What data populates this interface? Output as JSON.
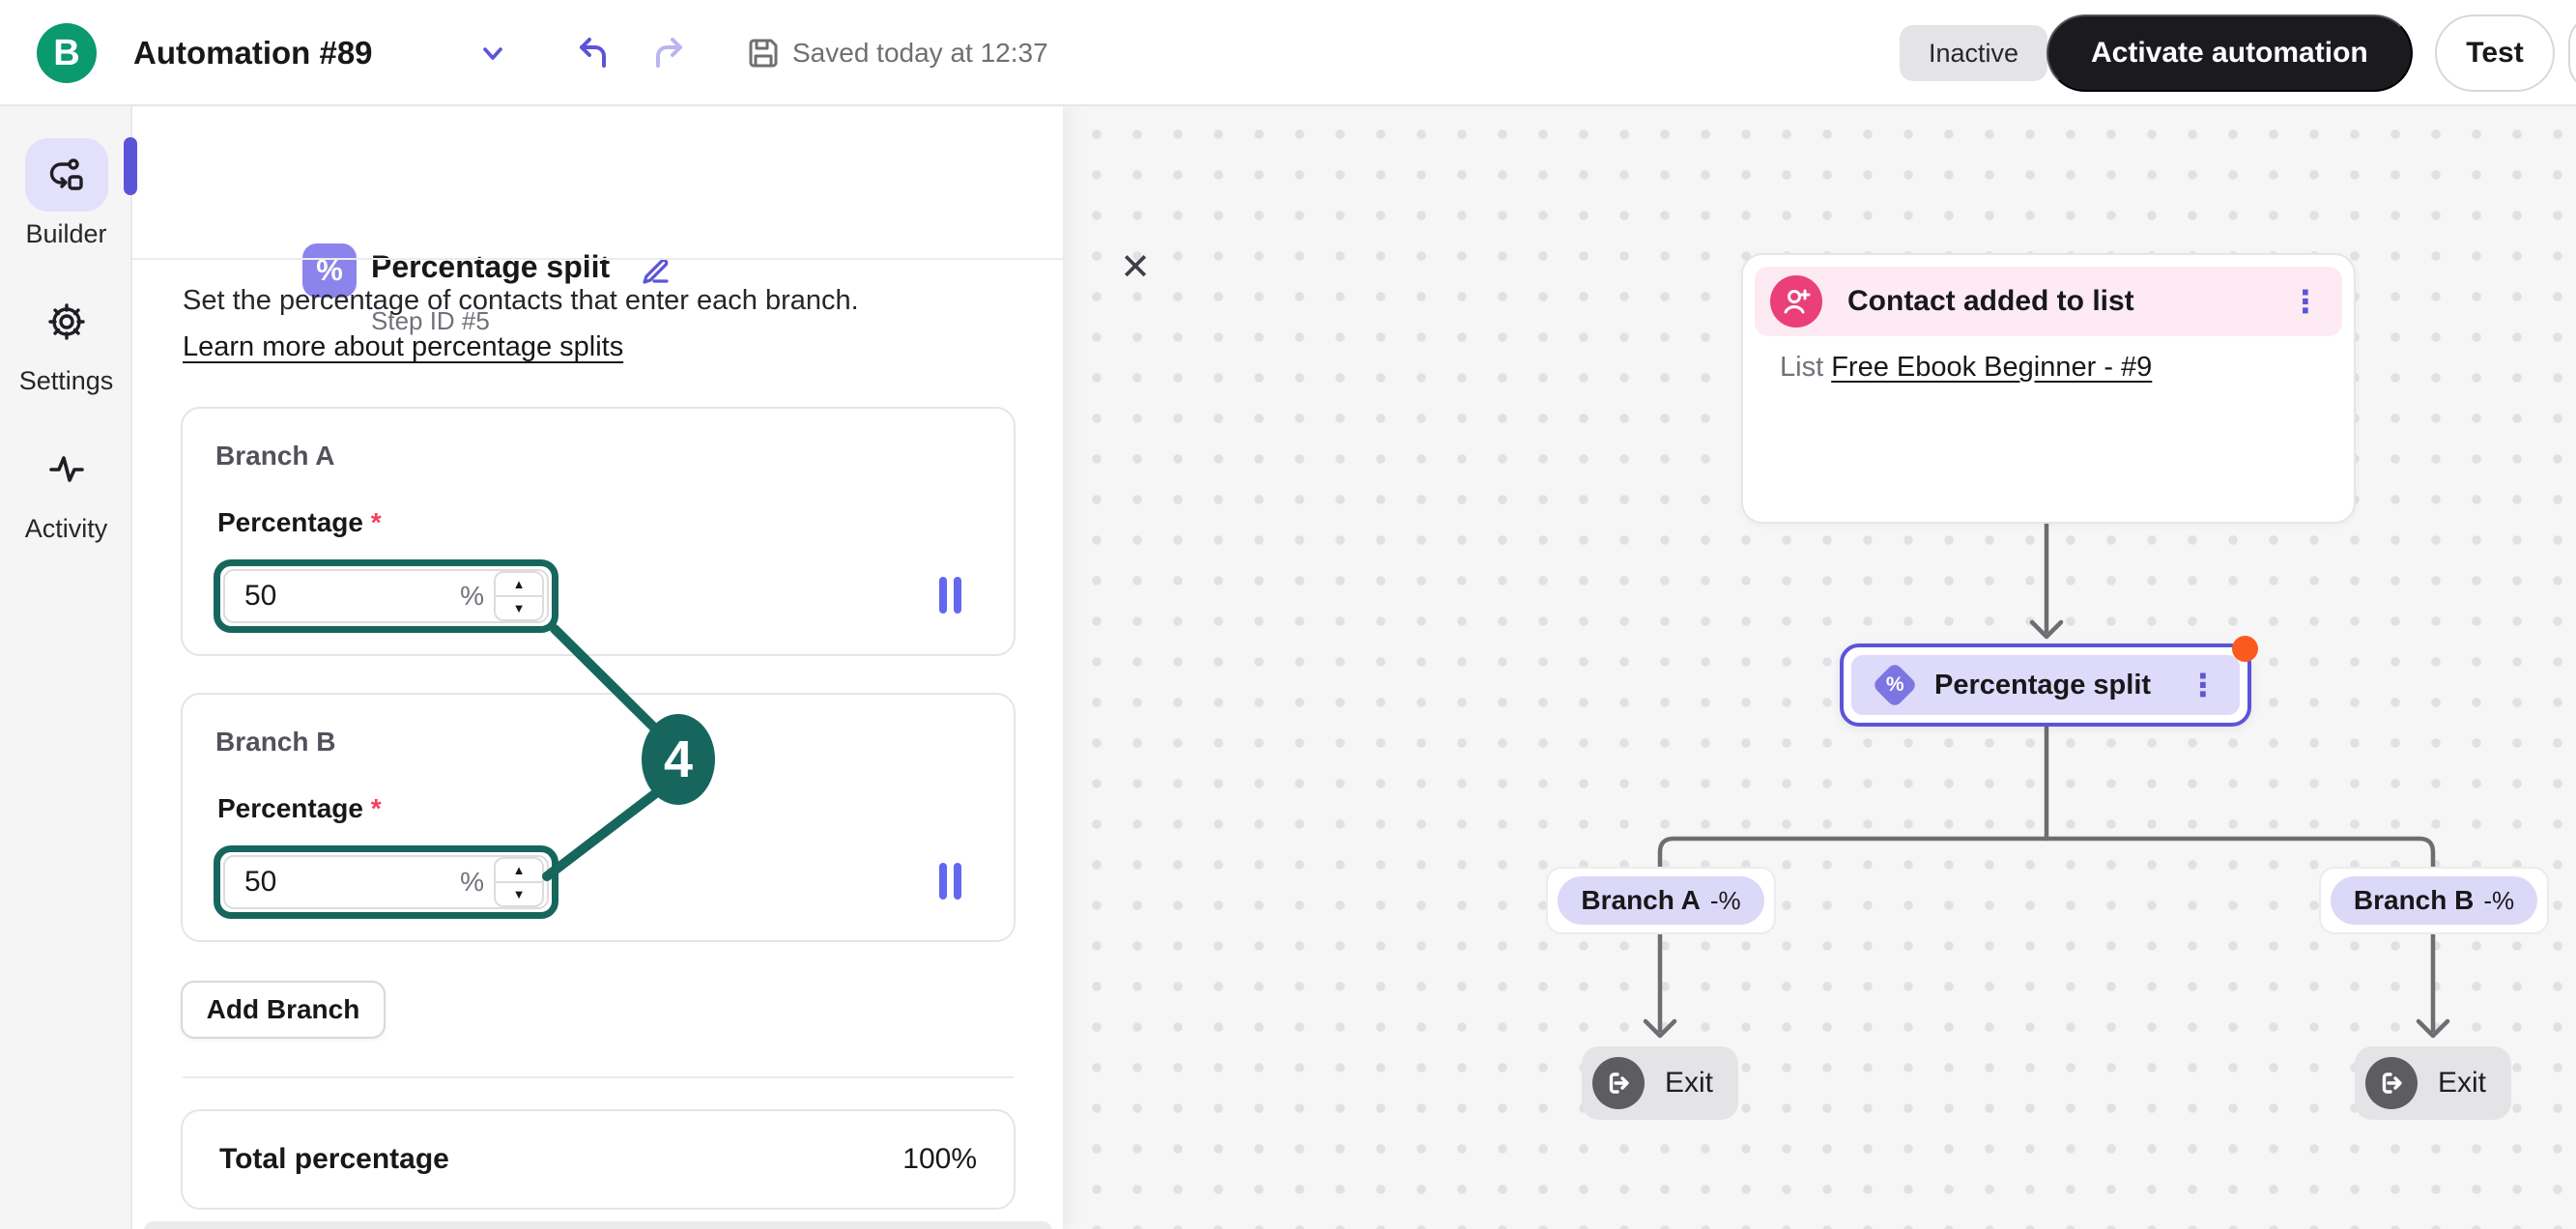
{
  "topbar": {
    "logo_letter": "B",
    "title": "Automation #89",
    "saved_status": "Saved today at 12:37",
    "status_badge": "Inactive",
    "activate_button": "Activate automation",
    "test_button": "Test"
  },
  "sidebar": {
    "items": [
      {
        "label": "Builder",
        "icon": "workflow-icon",
        "active": true
      },
      {
        "label": "Settings",
        "icon": "gear-icon",
        "active": false
      },
      {
        "label": "Activity",
        "icon": "activity-icon",
        "active": false
      }
    ]
  },
  "panel": {
    "icon_glyph": "%",
    "title": "Percentage split",
    "step_id": "Step ID #5",
    "description": "Set the percentage of contacts that enter each branch.",
    "learn_more_link": "Learn more about percentage splits",
    "required_mark": "*",
    "branches": [
      {
        "name": "Branch A",
        "field_label": "Percentage",
        "value": "50",
        "unit": "%"
      },
      {
        "name": "Branch B",
        "field_label": "Percentage",
        "value": "50",
        "unit": "%"
      }
    ],
    "add_branch_label": "Add Branch",
    "total_label": "Total percentage",
    "total_value": "100%",
    "annotation_step": "4"
  },
  "canvas": {
    "trigger_node": {
      "title": "Contact added to list",
      "list_prefix": "List",
      "list_link": "Free Ebook Beginner - #9"
    },
    "split_node": {
      "title": "Percentage split",
      "icon_glyph": "%"
    },
    "branch_labels": [
      {
        "name": "Branch A",
        "suffix": "-%"
      },
      {
        "name": "Branch B",
        "suffix": "-%"
      }
    ],
    "exit_nodes": [
      {
        "label": "Exit"
      },
      {
        "label": "Exit"
      }
    ]
  },
  "icons": {
    "kebab": "⋮",
    "close": "✕",
    "step_up": "▲",
    "step_down": "▼"
  },
  "colors": {
    "brand_green": "#0b996e",
    "accent_purple": "#5b54d9",
    "light_purple": "#dcd8f8",
    "pink": "#ea3f79",
    "light_pink": "#fdeaf2",
    "annotation_teal": "#17665e",
    "alert_orange": "#fb5a1f",
    "dark_button": "#1b1b1f"
  }
}
